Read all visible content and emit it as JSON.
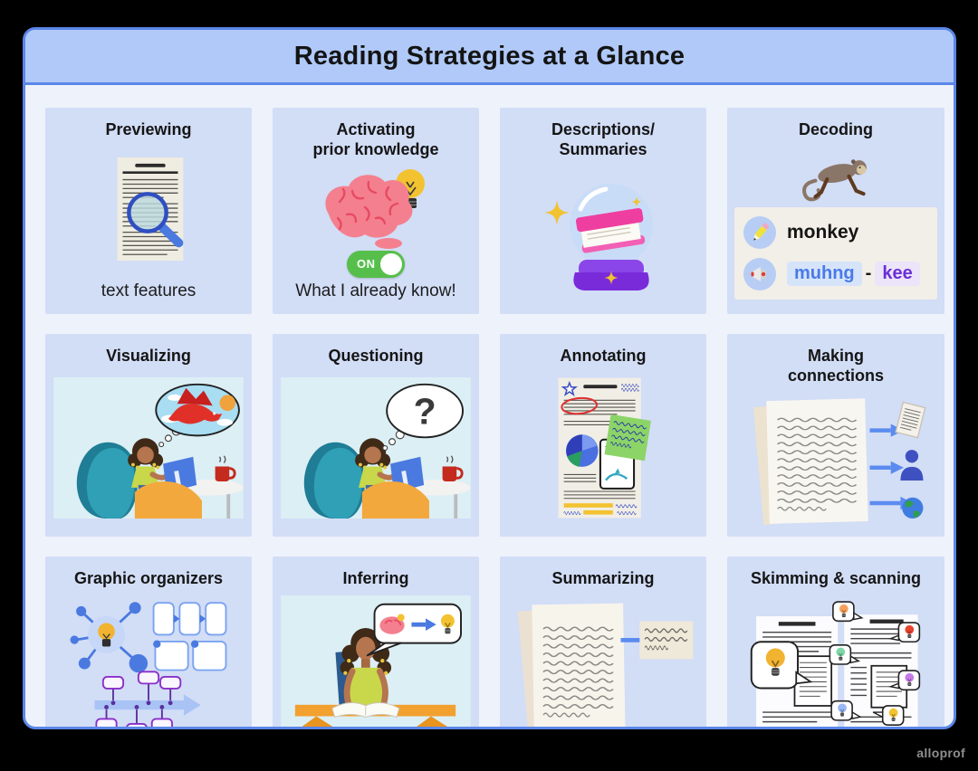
{
  "header": {
    "title": "Reading Strategies at a Glance"
  },
  "watermark": "alloprof",
  "cards": [
    {
      "title": "Previewing",
      "caption": "text features"
    },
    {
      "title": "Activating\nprior knowledge",
      "toggle_label": "ON",
      "caption": "What I already know!"
    },
    {
      "title": "Descriptions/\nSummaries"
    },
    {
      "title": "Decoding",
      "word": "monkey",
      "syllable_first": "muhng",
      "separator": "-",
      "syllable_second": "kee"
    },
    {
      "title": "Visualizing"
    },
    {
      "title": "Questioning",
      "bubble_text": "?"
    },
    {
      "title": "Annotating"
    },
    {
      "title": "Making\nconnections"
    },
    {
      "title": "Graphic organizers"
    },
    {
      "title": "Inferring"
    },
    {
      "title": "Summarizing"
    },
    {
      "title": "Skimming & scanning"
    }
  ],
  "colors": {
    "outer_background": "#000000",
    "panel_border": "#5b86e8",
    "header_background": "#b0c9f8",
    "panel_background": "#eef2fb",
    "card_background": "#d2ddf6",
    "accent_blue": "#4a7ae0",
    "toggle_green": "#56bf4b",
    "syllable_blue": "#4a7ae8",
    "syllable_purple": "#6b2fd6"
  }
}
